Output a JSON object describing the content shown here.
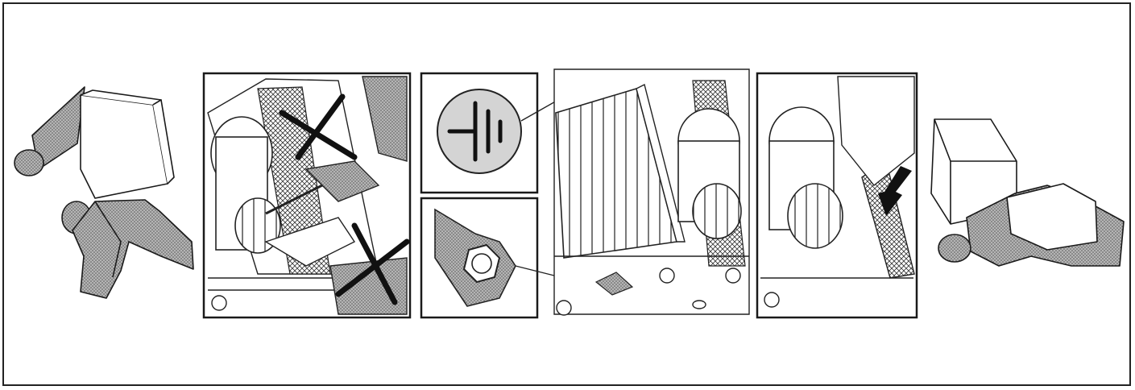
{
  "figure": {
    "panels": [
      {
        "id": "lift-unit",
        "kind": "figure-illustration"
      },
      {
        "id": "clean-wheel-prohibited",
        "kind": "panel"
      },
      {
        "id": "ground-symbol",
        "kind": "inset"
      },
      {
        "id": "nut-wrench",
        "kind": "inset"
      },
      {
        "id": "unit-open",
        "kind": "panel"
      },
      {
        "id": "filter-insert",
        "kind": "panel"
      },
      {
        "id": "lower-unit",
        "kind": "figure-illustration"
      }
    ],
    "colors": {
      "line": "#1a1a1a",
      "fill_gray": "#9a9a9a",
      "bg": "#ffffff"
    },
    "icons": [
      "earth-ground-icon",
      "prohibited-x-icon",
      "arrow-icon",
      "wrench-icon"
    ]
  }
}
